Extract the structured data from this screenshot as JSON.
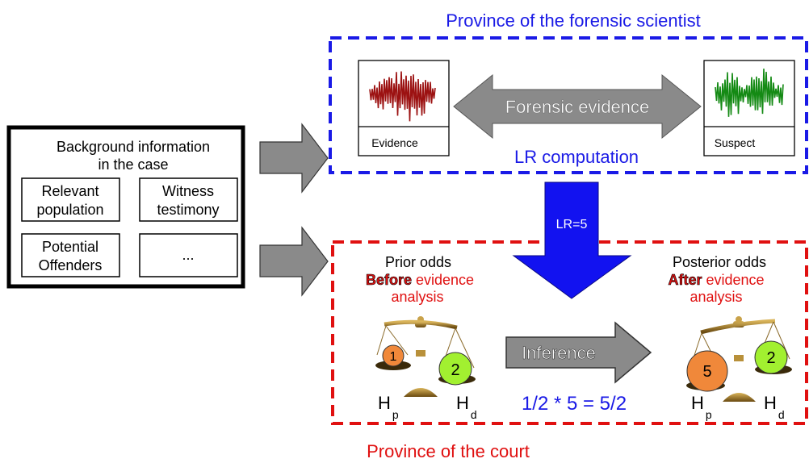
{
  "scientist_province": {
    "title": "Province of the forensic scientist",
    "evidence_label": "Evidence",
    "suspect_label": "Suspect",
    "arrow_label": "Forensic evidence",
    "computation_label": "LR computation",
    "color": "#1a1ae6"
  },
  "background": {
    "title_line1": "Background information",
    "title_line2": "in the case",
    "cells": [
      {
        "line1": "Relevant",
        "line2": "population"
      },
      {
        "line1": "Witness",
        "line2": "testimony"
      },
      {
        "line1": "Potential",
        "line2": "Offenders"
      },
      {
        "line1": "...",
        "line2": ""
      }
    ]
  },
  "lr_arrow": {
    "label": "LR=5",
    "color": "#1212f0"
  },
  "court_province": {
    "title": "Province of the court",
    "color": "#e01010",
    "prior": {
      "heading": "Prior odds",
      "bold_word": "Before",
      "rest_word": " evidence",
      "line3": "analysis",
      "left_weight": "1",
      "right_weight": "2",
      "hp": "H",
      "hp_sub": "p",
      "hd": "H",
      "hd_sub": "d"
    },
    "posterior": {
      "heading": "Posterior odds",
      "bold_word": "After",
      "rest_word": " evidence",
      "line3": "analysis",
      "left_weight": "5",
      "right_weight": "2",
      "hp": "H",
      "hp_sub": "p",
      "hd": "H",
      "hd_sub": "d"
    },
    "inference_label": "Inference",
    "equation": "1/2 * 5 = 5/2"
  },
  "colors": {
    "orange_weight": "#f0883a",
    "green_weight": "#a2f030",
    "gray_arrow": "#8a8a8a",
    "evidence_wave": "#9c1212",
    "suspect_wave": "#148a14"
  }
}
